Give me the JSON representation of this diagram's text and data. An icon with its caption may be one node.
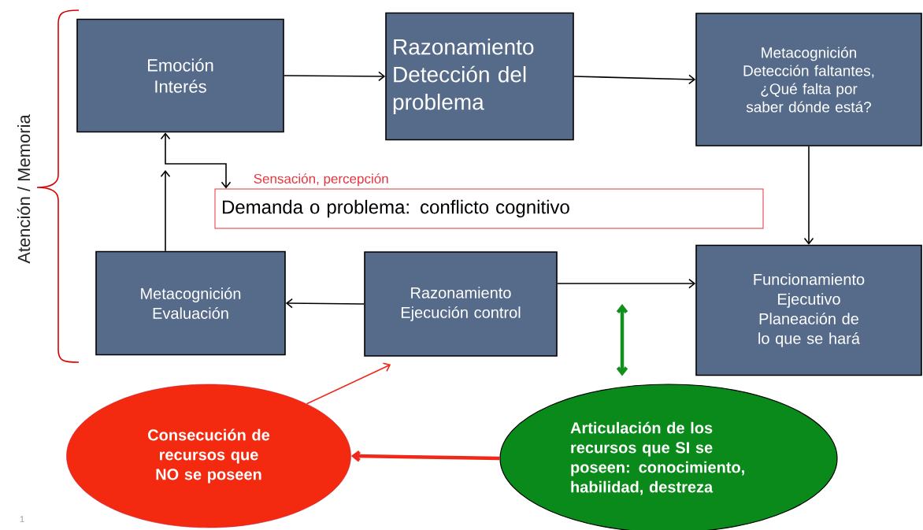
{
  "diagram": {
    "nodes": [
      {
        "text": [
          "Emoción",
          "Interés"
        ]
      },
      {
        "text": [
          "Razonamiento",
          "Detección del problema"
        ]
      },
      {
        "text": [
          "Metacognición",
          "Detección faltantes, ¿Qué falta por saber dónde está?"
        ]
      },
      {
        "text": [
          "Demanda o problema: conflicto cognitivo"
        ],
        "beside": [
          "Sensación, percepción"
        ]
      },
      {
        "text": [
          "Metacognición",
          "Evaluación"
        ]
      },
      {
        "text": [
          "Razonamiento",
          "Ejecución control"
        ]
      },
      {
        "text": [
          "Funcionamiento Ejecutivo",
          "Planeación de lo que se hará"
        ]
      },
      {
        "text": [
          "Consecución de recursos que NO se poseen"
        ]
      },
      {
        "text": [
          "Articulación de los recursos que SI se poseen: conocimiento, habilidad, destreza"
        ]
      }
    ],
    "edges": [
      {
        "from": 0,
        "to": 1,
        "arrow": "to"
      },
      {
        "from": 1,
        "to": 2,
        "arrow": "to"
      },
      {
        "from": 2,
        "to": 6,
        "arrow": "to"
      },
      {
        "from": 5,
        "to": 6,
        "arrow": "to"
      },
      {
        "from": 5,
        "to": 4,
        "arrow": "to"
      },
      {
        "from": 4,
        "to": 0,
        "arrow": "to"
      },
      {
        "from": 3,
        "to": 0,
        "arrow": "both"
      },
      {
        "from": 7,
        "to": 5,
        "arrow": "to",
        "color": "#f0281a"
      },
      {
        "from": 8,
        "to": 7,
        "arrow": "to",
        "style": "thick",
        "color": "#f0281a"
      },
      {
        "from": null,
        "to": 8,
        "arrow": "both",
        "style": "thick",
        "color": "#12901e"
      }
    ],
    "labels": [
      "Atención  / Memoria",
      "1"
    ]
  }
}
